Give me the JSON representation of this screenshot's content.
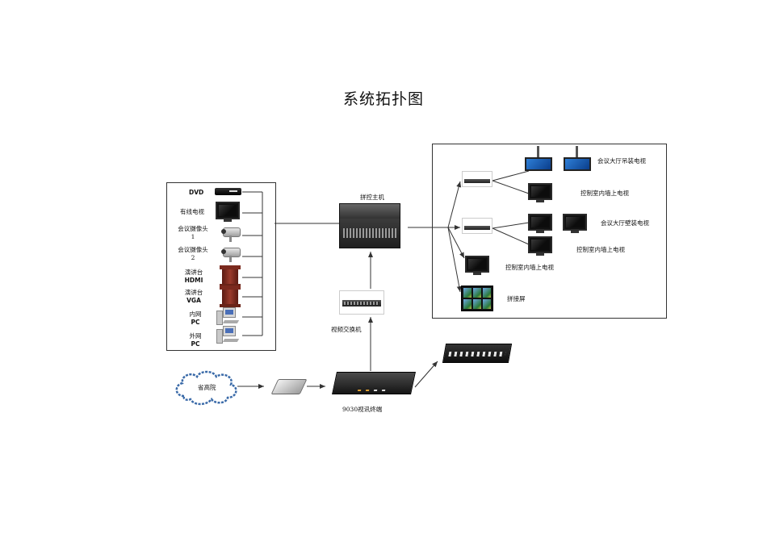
{
  "title": "系统拓扑图",
  "sources": {
    "dvd": "DVD",
    "cable_tv": "有线电视",
    "camera1": [
      "会议摄像头",
      "1"
    ],
    "camera2": [
      "会议摄像头",
      "2"
    ],
    "podium_hdmi": [
      "演讲台",
      "HDMI"
    ],
    "podium_vga": [
      "演讲台",
      "VGA"
    ],
    "pc_internal": [
      "内网",
      "PC"
    ],
    "pc_external": [
      "外网",
      "PC"
    ]
  },
  "matrix": "拼控主机",
  "video_switch": "视频交换机",
  "cloud": "省高院",
  "codec": "9030视讯终端",
  "outputs": {
    "hall_ceiling_tv": "会议大厅吊装电视",
    "control_room_wall_tv_1": "控制室内墙上电视",
    "hall_wall_tv": "会议大厅壁装电视",
    "control_room_wall_tv_2": "控制室内墙上电视",
    "control_room_wall_tv_3": "控制室内墙上电视",
    "video_wall": "拼接屏"
  }
}
